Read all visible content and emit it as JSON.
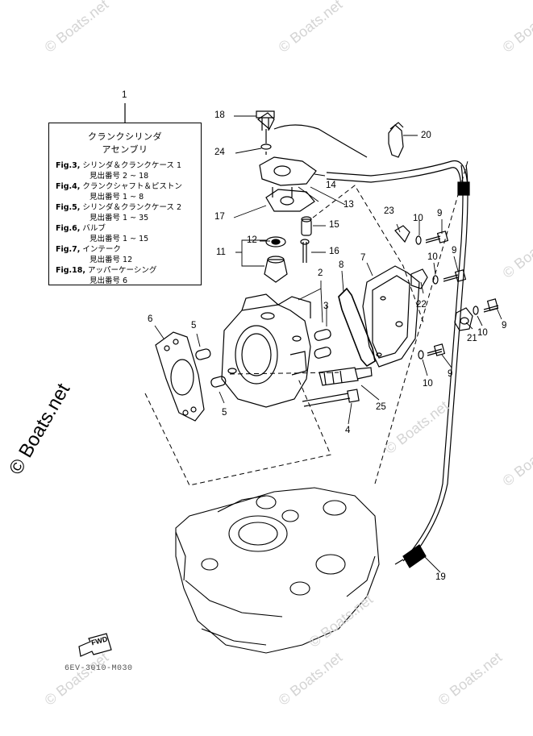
{
  "watermark": "© Boats.net",
  "brand_text": "© Boats.net",
  "legend": {
    "ref_number": "1",
    "title_line1": "クランクシリンダ",
    "title_line2": "アセンブリ",
    "entries": [
      {
        "fig": "Fig.3,",
        "name": "シリンダ＆クランクケース 1",
        "ref": "見出番号 2 ~ 18"
      },
      {
        "fig": "Fig.4,",
        "name": "クランクシャフト＆ピストン",
        "ref": "見出番号 1 ~ 8"
      },
      {
        "fig": "Fig.5,",
        "name": "シリンダ＆クランクケース 2",
        "ref": "見出番号 1 ~ 35"
      },
      {
        "fig": "Fig.6,",
        "name": "バルブ",
        "ref": "見出番号 1 ~ 15"
      },
      {
        "fig": "Fig.7,",
        "name": "インテーク",
        "ref": "見出番号 12"
      },
      {
        "fig": "Fig.18,",
        "name": "アッパーケーシング",
        "ref": "見出番号 6"
      }
    ]
  },
  "callouts": [
    "18",
    "24",
    "20",
    "14",
    "13",
    "17",
    "15",
    "12",
    "11",
    "16",
    "23",
    "10",
    "9",
    "10",
    "9",
    "8",
    "7",
    "22",
    "2",
    "3",
    "6",
    "5",
    "5",
    "21",
    "10",
    "9",
    "9",
    "10",
    "25",
    "4",
    "19"
  ],
  "fwd_label": "FWD",
  "doc_code": "6EV-3010-M030"
}
